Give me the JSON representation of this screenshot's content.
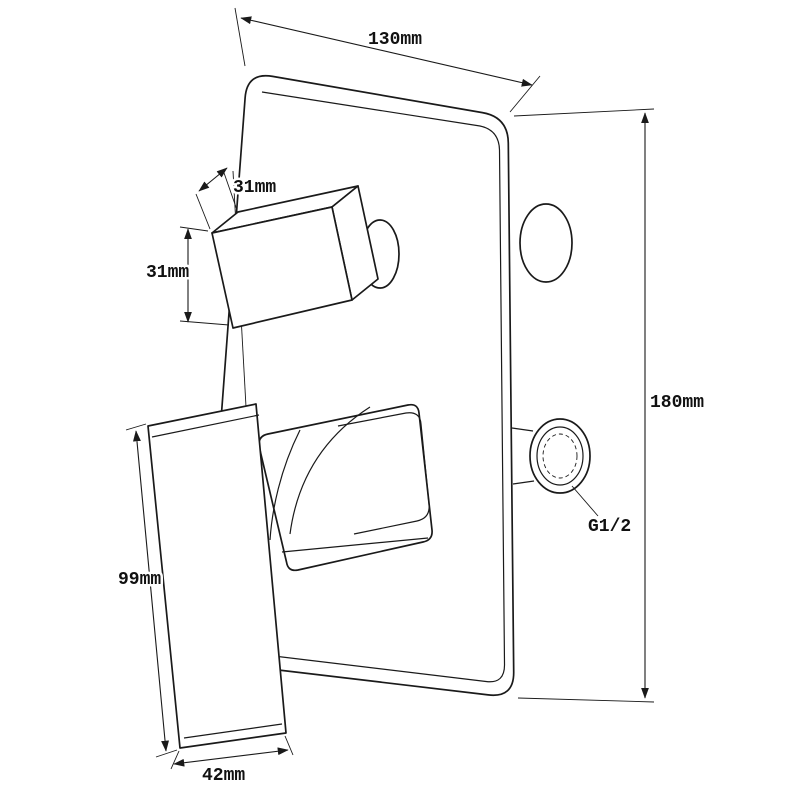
{
  "drawing": {
    "type": "technical-dimension-drawing",
    "subject": "concealed shower mixer valve with square diverter knob and lever handle",
    "colors": {
      "line": "#1a1a1a",
      "background": "#ffffff"
    },
    "labels": {
      "plate_width": "130mm",
      "plate_height": "180mm",
      "knob_depth": "31mm",
      "knob_height": "31mm",
      "handle_length": "99mm",
      "handle_width": "42mm",
      "thread_size": "G1/2"
    }
  }
}
